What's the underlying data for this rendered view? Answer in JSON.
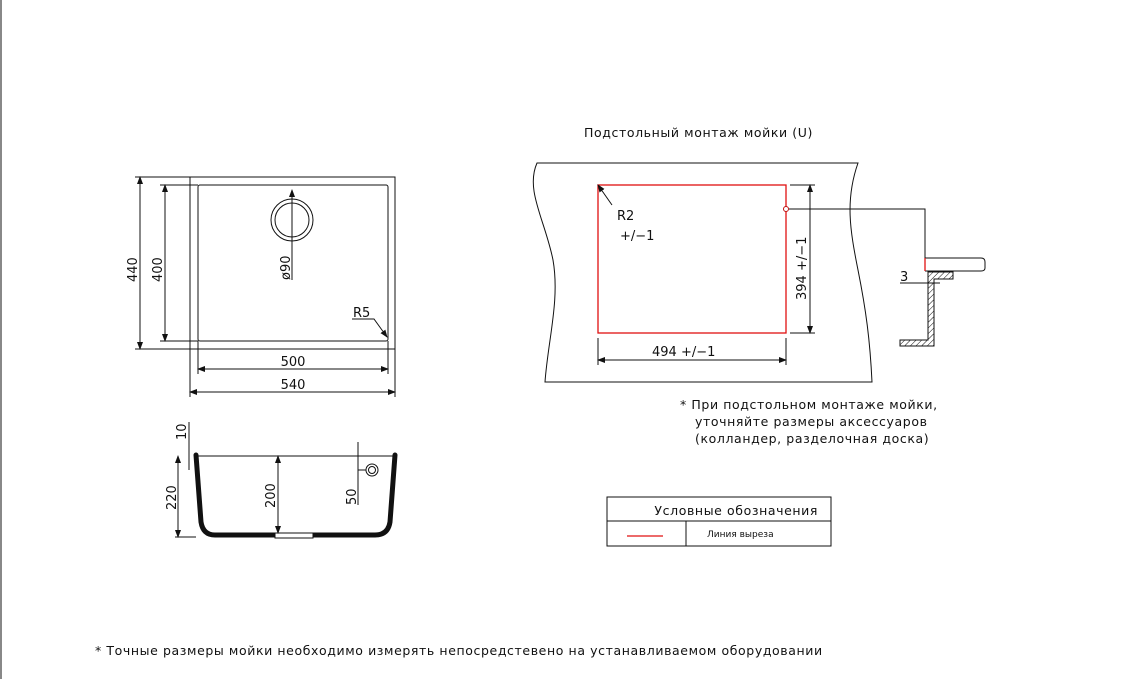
{
  "top_view": {
    "dim_440": "440",
    "dim_400": "400",
    "dim_500": "500",
    "dim_540": "540",
    "drain": "ø90",
    "radius": "R5"
  },
  "side_view": {
    "dim_10": "10",
    "dim_220": "220",
    "dim_200": "200",
    "dim_50": "50"
  },
  "mounting": {
    "title": "Подстольный монтаж мойки (U)",
    "radius": "R2",
    "radius_tol": "+/−1",
    "width": "494  +/−1",
    "height": "394  +/−1",
    "gap": "3"
  },
  "accessory_note": [
    "* При подстольном монтаже мойки,",
    "уточняйте размеры аксессуаров",
    "(колландер, разделочная доска)"
  ],
  "legend": {
    "title": "Условные обозначения",
    "items": [
      {
        "label": "Линия выреза",
        "color": "#e01010"
      }
    ]
  },
  "footnote": "* Точные размеры мойки необходимо измерять непосредстевено на устанавливаемом оборудовании"
}
